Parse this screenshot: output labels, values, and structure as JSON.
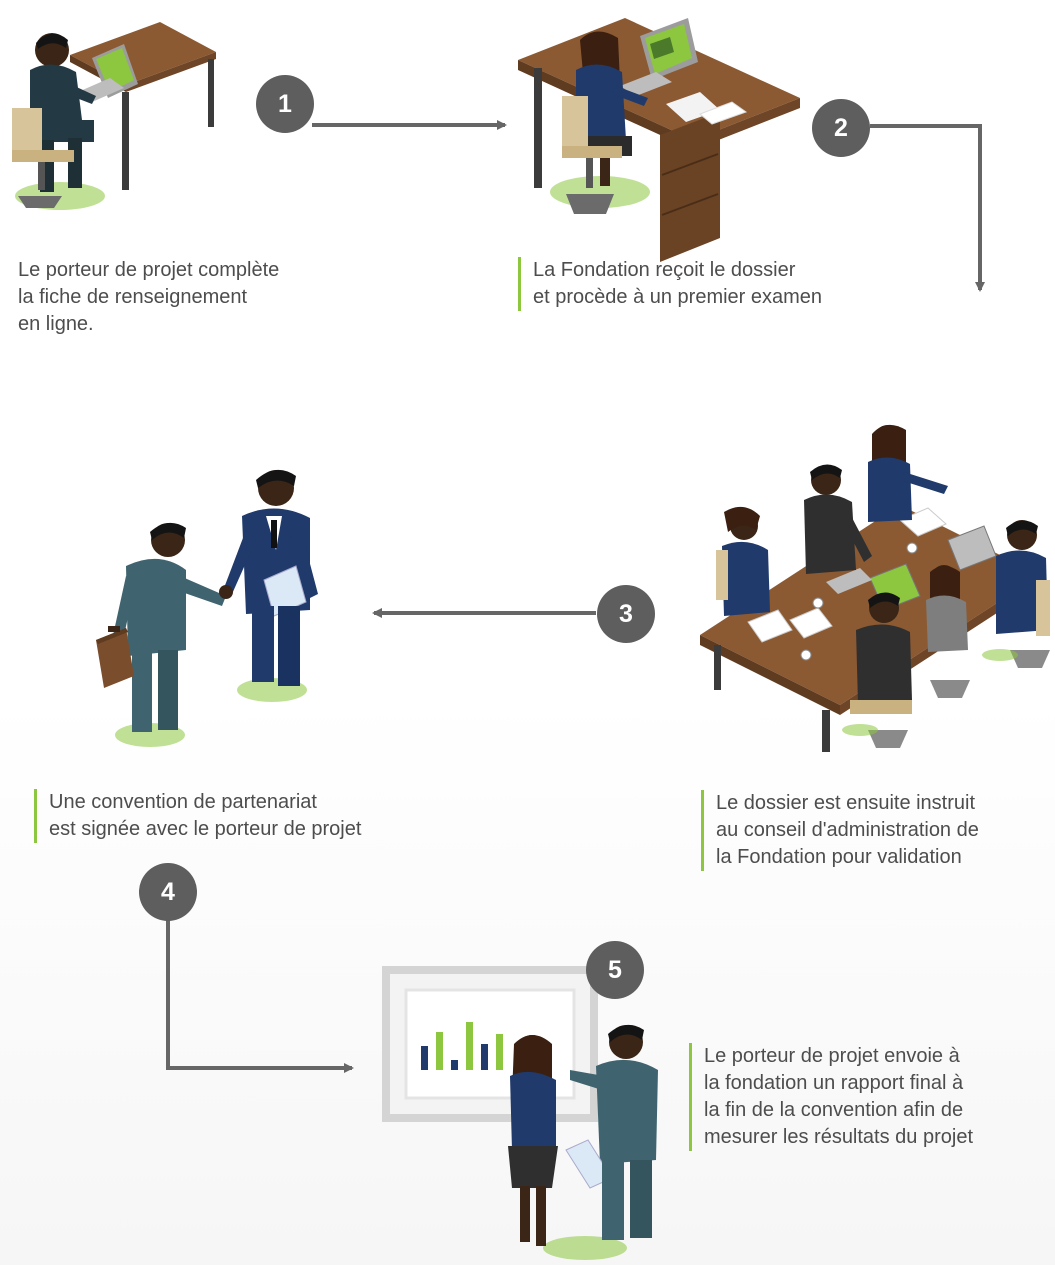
{
  "steps": [
    {
      "number": "1",
      "lines": [
        "Le porteur de projet complète",
        "la fiche de renseignement",
        "en ligne."
      ]
    },
    {
      "number": "2",
      "lines": [
        "La Fondation reçoit le dossier",
        "et procède à un premier examen"
      ]
    },
    {
      "number": "3",
      "lines": [
        "Le dossier est ensuite instruit",
        "au conseil d'administration de",
        "la Fondation pour validation"
      ]
    },
    {
      "number": "4",
      "lines": [
        "Une convention de partenariat",
        "est signée avec le porteur de projet"
      ]
    },
    {
      "number": "5",
      "lines": [
        "Le porteur de projet envoie à",
        "la fondation un rapport final à",
        "la fin de la convention afin de",
        "mesurer les résultats du projet"
      ]
    }
  ],
  "illustrations": [
    {
      "name": "person-at-laptop-desk"
    },
    {
      "name": "employee-at-office-desk"
    },
    {
      "name": "board-meeting-table"
    },
    {
      "name": "handshake-agreement"
    },
    {
      "name": "presentation-board"
    }
  ],
  "colors": {
    "badge": "#5e5e5e",
    "arrow": "#666666",
    "accent": "#8dc63f",
    "desk": "#7a4d2c",
    "suit_navy": "#1f3a6b",
    "suit_teal": "#3f6470",
    "text": "#4d4d4d"
  }
}
